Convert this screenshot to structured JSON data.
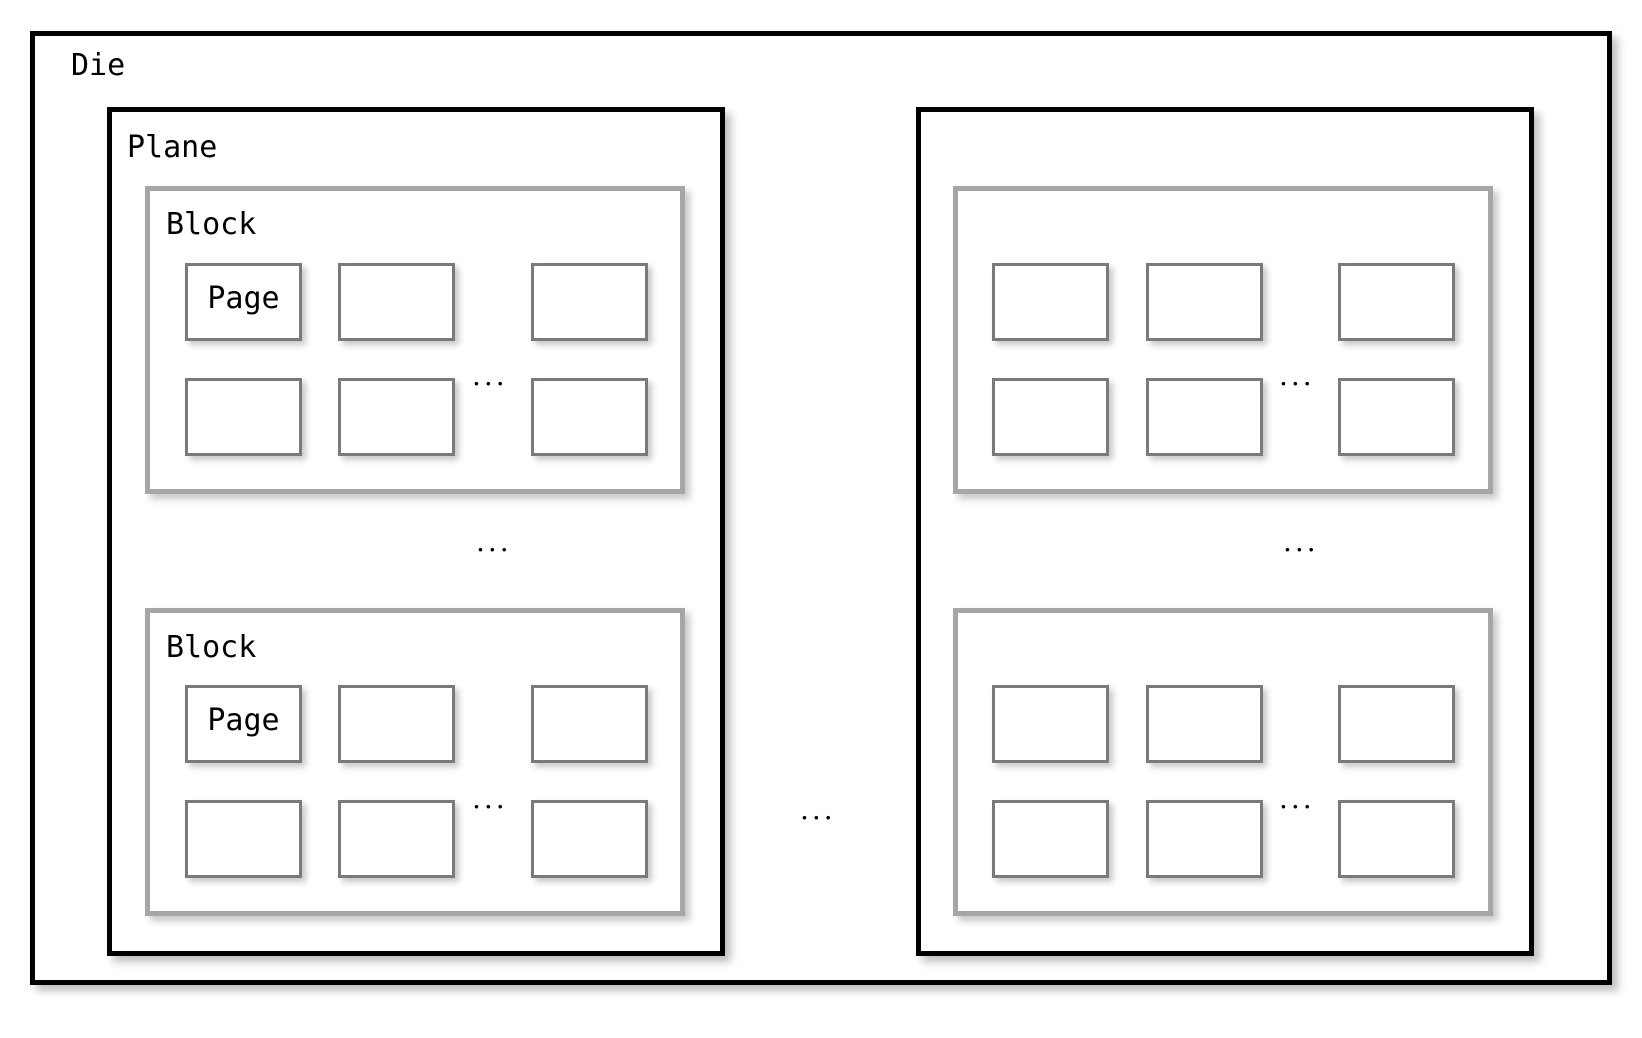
{
  "labels": {
    "die": "Die",
    "plane": "Plane",
    "block": "Block",
    "page": "Page",
    "ellipsis": "..."
  }
}
